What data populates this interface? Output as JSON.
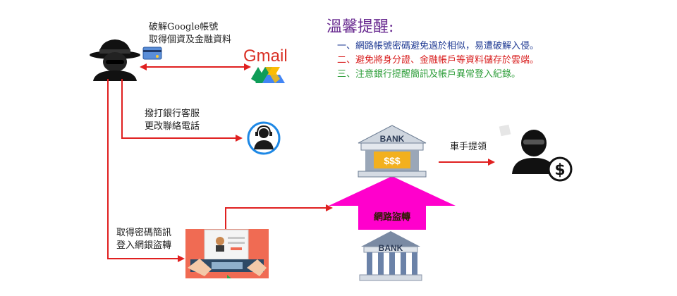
{
  "tips": {
    "title": "溫馨提醒:",
    "items": [
      "一、網路帳號密碼避免過於相似，易遭破解入侵。",
      "二、避免將身分證、金融帳戶等資料儲存於雲端。",
      "三、注意銀行提醒簡訊及帳戶異常登入紀錄。"
    ]
  },
  "labels": {
    "step1_line1": "破解Google帳號",
    "step1_line2": "取得個資及金融資料",
    "step2_line1": "撥打銀行客服",
    "step2_line2": "更改聯絡電話",
    "step3_line1": "取得密碼簡訊",
    "step3_line2": "登入網銀盜轉",
    "transfer": "網路盜轉",
    "withdraw": "車手提領"
  },
  "logos": {
    "gmail": "Gmail",
    "bank_top": "BANK",
    "bank_top_sign": "$$$",
    "bank_bottom": "BANK"
  },
  "icons": [
    "hacker-icon",
    "credit-card-icon",
    "gmail-logo-icon",
    "google-drive-icon",
    "call-center-icon",
    "online-banking-icon",
    "bank-icon",
    "money-mule-icon",
    "dollar-coin-icon"
  ],
  "colors": {
    "flow_arrow": "#e02020",
    "transfer_arrow": "#ff00cc",
    "title": "#6a2c91",
    "tip1": "#1f3a93",
    "tip2": "#d81b1b",
    "tip3": "#2e9e3a"
  }
}
